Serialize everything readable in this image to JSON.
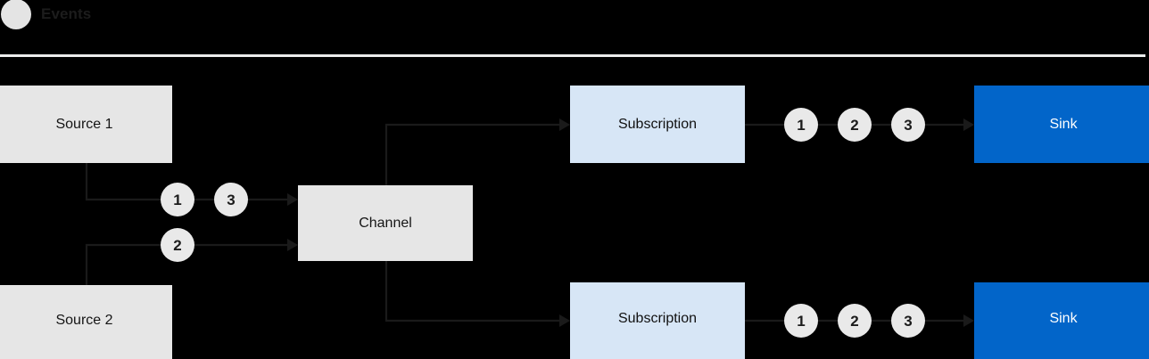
{
  "legend": {
    "marker_icon": "event-circle-icon",
    "label": "Events",
    "marker_color": "#e4e4e4",
    "divider_color": "#eceded"
  },
  "colors": {
    "background": "#000000",
    "source_fill": "#e6e6e6",
    "channel_fill": "#e6e6e6",
    "subscription_fill": "#d7e6f6",
    "sink_fill": "#0265c9",
    "sink_text": "#ffffff",
    "badge_fill": "#e9e9e9",
    "badge_text": "#1b1b1b",
    "wire": "#1a1a1a"
  },
  "diagram": {
    "nodes": {
      "source_1": {
        "label": "Source 1"
      },
      "source_2": {
        "label": "Source 2"
      },
      "channel": {
        "label": "Channel"
      },
      "subscription_top": {
        "label": "Subscription"
      },
      "subscription_bottom": {
        "label": "Subscription"
      },
      "sink_top": {
        "label": "Sink"
      },
      "sink_bottom": {
        "label": "Sink"
      }
    },
    "badges": {
      "source1_to_channel": [
        "1",
        "3"
      ],
      "source2_to_channel": [
        "2"
      ],
      "subscription_top_to_sink": [
        "1",
        "2",
        "3"
      ],
      "subscription_bottom_to_sink": [
        "1",
        "2",
        "3"
      ]
    }
  }
}
